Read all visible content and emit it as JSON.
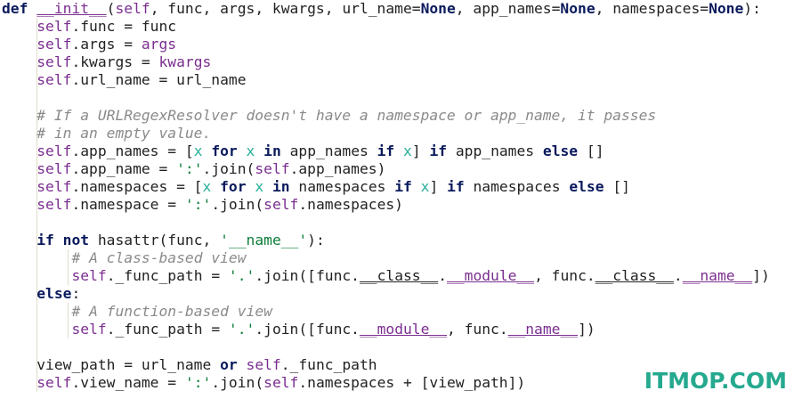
{
  "colors": {
    "default": "#222222",
    "keyword": "#0a1a5c",
    "self": "#7a2e8f",
    "string": "#0d7d3a",
    "comment": "#8a8a8a",
    "const": "#0a1a5c",
    "param": "#26b09a",
    "guide": "#e0dcc8",
    "watermark": "#25a98f"
  },
  "watermark": "ITMOP.COM",
  "code_lines": [
    {
      "indent": 0,
      "tokens": [
        [
          "def",
          "kw"
        ],
        [
          " "
        ],
        [
          "__init__",
          "magic"
        ],
        [
          "("
        ],
        [
          "self",
          "self"
        ],
        [
          ", func, args, kwargs, url_name="
        ],
        [
          "None",
          "const"
        ],
        [
          ", app_names="
        ],
        [
          "None",
          "const"
        ],
        [
          ", namespaces="
        ],
        [
          "None",
          "const"
        ],
        [
          "):"
        ]
      ]
    },
    {
      "indent": 1,
      "tokens": [
        [
          "self",
          "self"
        ],
        [
          ".func = func"
        ]
      ]
    },
    {
      "indent": 1,
      "tokens": [
        [
          "self",
          "self"
        ],
        [
          ".args = "
        ],
        [
          "args",
          "self"
        ]
      ]
    },
    {
      "indent": 1,
      "tokens": [
        [
          "self",
          "self"
        ],
        [
          ".kwargs = "
        ],
        [
          "kwargs",
          "self"
        ]
      ]
    },
    {
      "indent": 1,
      "tokens": [
        [
          "self",
          "self"
        ],
        [
          ".url_name = url_name"
        ]
      ]
    },
    {
      "indent": 1,
      "tokens": []
    },
    {
      "indent": 1,
      "tokens": [
        [
          "# If a URLRegexResolver doesn't have a namespace or app_name, it passes",
          "comment"
        ]
      ]
    },
    {
      "indent": 1,
      "tokens": [
        [
          "# in an empty value.",
          "comment"
        ]
      ]
    },
    {
      "indent": 1,
      "tokens": [
        [
          "self",
          "self"
        ],
        [
          ".app_names = ["
        ],
        [
          "x",
          "param"
        ],
        [
          " "
        ],
        [
          "for",
          "kw"
        ],
        [
          " "
        ],
        [
          "x",
          "param"
        ],
        [
          " "
        ],
        [
          "in",
          "kw"
        ],
        [
          " app_names "
        ],
        [
          "if",
          "kw"
        ],
        [
          " "
        ],
        [
          "x",
          "param"
        ],
        [
          "] "
        ],
        [
          "if",
          "kw"
        ],
        [
          " app_names "
        ],
        [
          "else",
          "kw"
        ],
        [
          " []"
        ]
      ]
    },
    {
      "indent": 1,
      "tokens": [
        [
          "self",
          "self"
        ],
        [
          ".app_name = "
        ],
        [
          "':'",
          "string"
        ],
        [
          ".join("
        ],
        [
          "self",
          "self"
        ],
        [
          ".app_names)"
        ]
      ]
    },
    {
      "indent": 1,
      "tokens": [
        [
          "self",
          "self"
        ],
        [
          ".namespaces = ["
        ],
        [
          "x",
          "param"
        ],
        [
          " "
        ],
        [
          "for",
          "kw"
        ],
        [
          " "
        ],
        [
          "x",
          "param"
        ],
        [
          " "
        ],
        [
          "in",
          "kw"
        ],
        [
          " namespaces "
        ],
        [
          "if",
          "kw"
        ],
        [
          " "
        ],
        [
          "x",
          "param"
        ],
        [
          "] "
        ],
        [
          "if",
          "kw"
        ],
        [
          " namespaces "
        ],
        [
          "else",
          "kw"
        ],
        [
          " []"
        ]
      ]
    },
    {
      "indent": 1,
      "tokens": [
        [
          "self",
          "self"
        ],
        [
          ".namespace = "
        ],
        [
          "':'",
          "string"
        ],
        [
          ".join("
        ],
        [
          "self",
          "self"
        ],
        [
          ".namespaces)"
        ]
      ]
    },
    {
      "indent": 1,
      "tokens": []
    },
    {
      "indent": 1,
      "tokens": [
        [
          "if",
          "kw"
        ],
        [
          " "
        ],
        [
          "not",
          "kw"
        ],
        [
          " hasattr(func, "
        ],
        [
          "'__name__'",
          "string"
        ],
        [
          "):"
        ]
      ]
    },
    {
      "indent": 2,
      "tokens": [
        [
          "# A class-based view",
          "comment"
        ]
      ]
    },
    {
      "indent": 2,
      "tokens": [
        [
          "self",
          "self"
        ],
        [
          "._func_path = "
        ],
        [
          "'.'",
          "string"
        ],
        [
          ".join([func."
        ],
        [
          "__class__",
          "magic2"
        ],
        [
          "."
        ],
        [
          "__module__",
          "magic"
        ],
        [
          ", func."
        ],
        [
          "__class__",
          "magic2"
        ],
        [
          "."
        ],
        [
          "__name__",
          "magic"
        ],
        [
          "])"
        ]
      ]
    },
    {
      "indent": 1,
      "tokens": [
        [
          "else",
          "kw"
        ],
        [
          ":"
        ]
      ]
    },
    {
      "indent": 2,
      "tokens": [
        [
          "# A function-based view",
          "comment"
        ]
      ]
    },
    {
      "indent": 2,
      "tokens": [
        [
          "self",
          "self"
        ],
        [
          "._func_path = "
        ],
        [
          "'.'",
          "string"
        ],
        [
          ".join([func."
        ],
        [
          "__module__",
          "magic"
        ],
        [
          ", func."
        ],
        [
          "__name__",
          "magic"
        ],
        [
          "])"
        ]
      ]
    },
    {
      "indent": 1,
      "tokens": []
    },
    {
      "indent": 1,
      "tokens": [
        [
          "view_path = url_name "
        ],
        [
          "or",
          "kw"
        ],
        [
          " "
        ],
        [
          "self",
          "self"
        ],
        [
          "._func_path"
        ]
      ]
    },
    {
      "indent": 1,
      "tokens": [
        [
          "self",
          "self"
        ],
        [
          ".view_name = "
        ],
        [
          "':'",
          "string"
        ],
        [
          ".join("
        ],
        [
          "self",
          "self"
        ],
        [
          ".namespaces + [view_path])"
        ]
      ]
    }
  ]
}
